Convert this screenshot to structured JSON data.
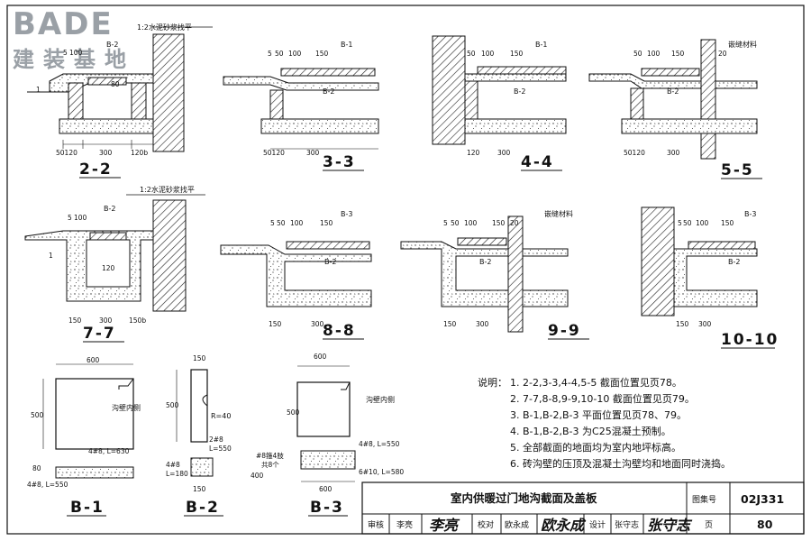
{
  "watermark": {
    "brand": "BADE",
    "subtitle": "建装基地"
  },
  "labels": {
    "mortar": "1:2水泥砂浆找平",
    "joint": "嵌缝材料",
    "inner": "沟壁内侧",
    "b1": "B-1",
    "b2": "B-2",
    "b3": "B-3",
    "b3lower": "B-3",
    "r": "R=40",
    "slope": "1"
  },
  "dims": {
    "d5": "5",
    "d50": "50",
    "d100": "100",
    "d150": "150",
    "d80": "80",
    "d20": "20",
    "d300": "300",
    "d120": "120",
    "d600": "600",
    "d500": "500",
    "d50120": "50120",
    "d150b": "150b",
    "d120b": "120b",
    "d400": "400"
  },
  "rebar": {
    "r1": "4#8, L=630",
    "r2": "4#8, L=550",
    "r3": "2#8",
    "r4": "L=550",
    "r5": "4#8",
    "r6": "L=180",
    "r7": "#8箍4肢",
    "r8": "共8个",
    "r9": "4#8, L=550",
    "r10": "6#10, L=580"
  },
  "sections": [
    "2-2",
    "3-3",
    "4-4",
    "5-5",
    "7-7",
    "8-8",
    "9-9",
    "10-10"
  ],
  "covers": [
    "B-1",
    "B-2",
    "B-3"
  ],
  "notes": {
    "heading": "说明：",
    "items": [
      "1.  2-2,3-3,4-4,5-5 截面位置见页78。",
      "2.  7-7,8-8,9-9,10-10 截面位置见页79。",
      "3.  B-1,B-2,B-3 平面位置见页78、79。",
      "4.  B-1,B-2,B-3 为C25混凝土预制。",
      "5.  全部截面的地面均为室内地坪标高。",
      "6.  砖沟壁的压顶及混凝土沟壁均和地面同时浇捣。"
    ]
  },
  "titleblock": {
    "title": "室内供暖过门地沟截面及盖板",
    "atlas_label": "图集号",
    "atlas_no": "02J331",
    "review": "审核",
    "reviewer": "李亮",
    "reviewer_sig": "李亮",
    "check": "校对",
    "checker": "欧永成",
    "checker_sig": "欧永成",
    "design": "设计",
    "designer": "张守志",
    "designer_sig": "张守志",
    "page_label": "页",
    "page_no": "80"
  }
}
